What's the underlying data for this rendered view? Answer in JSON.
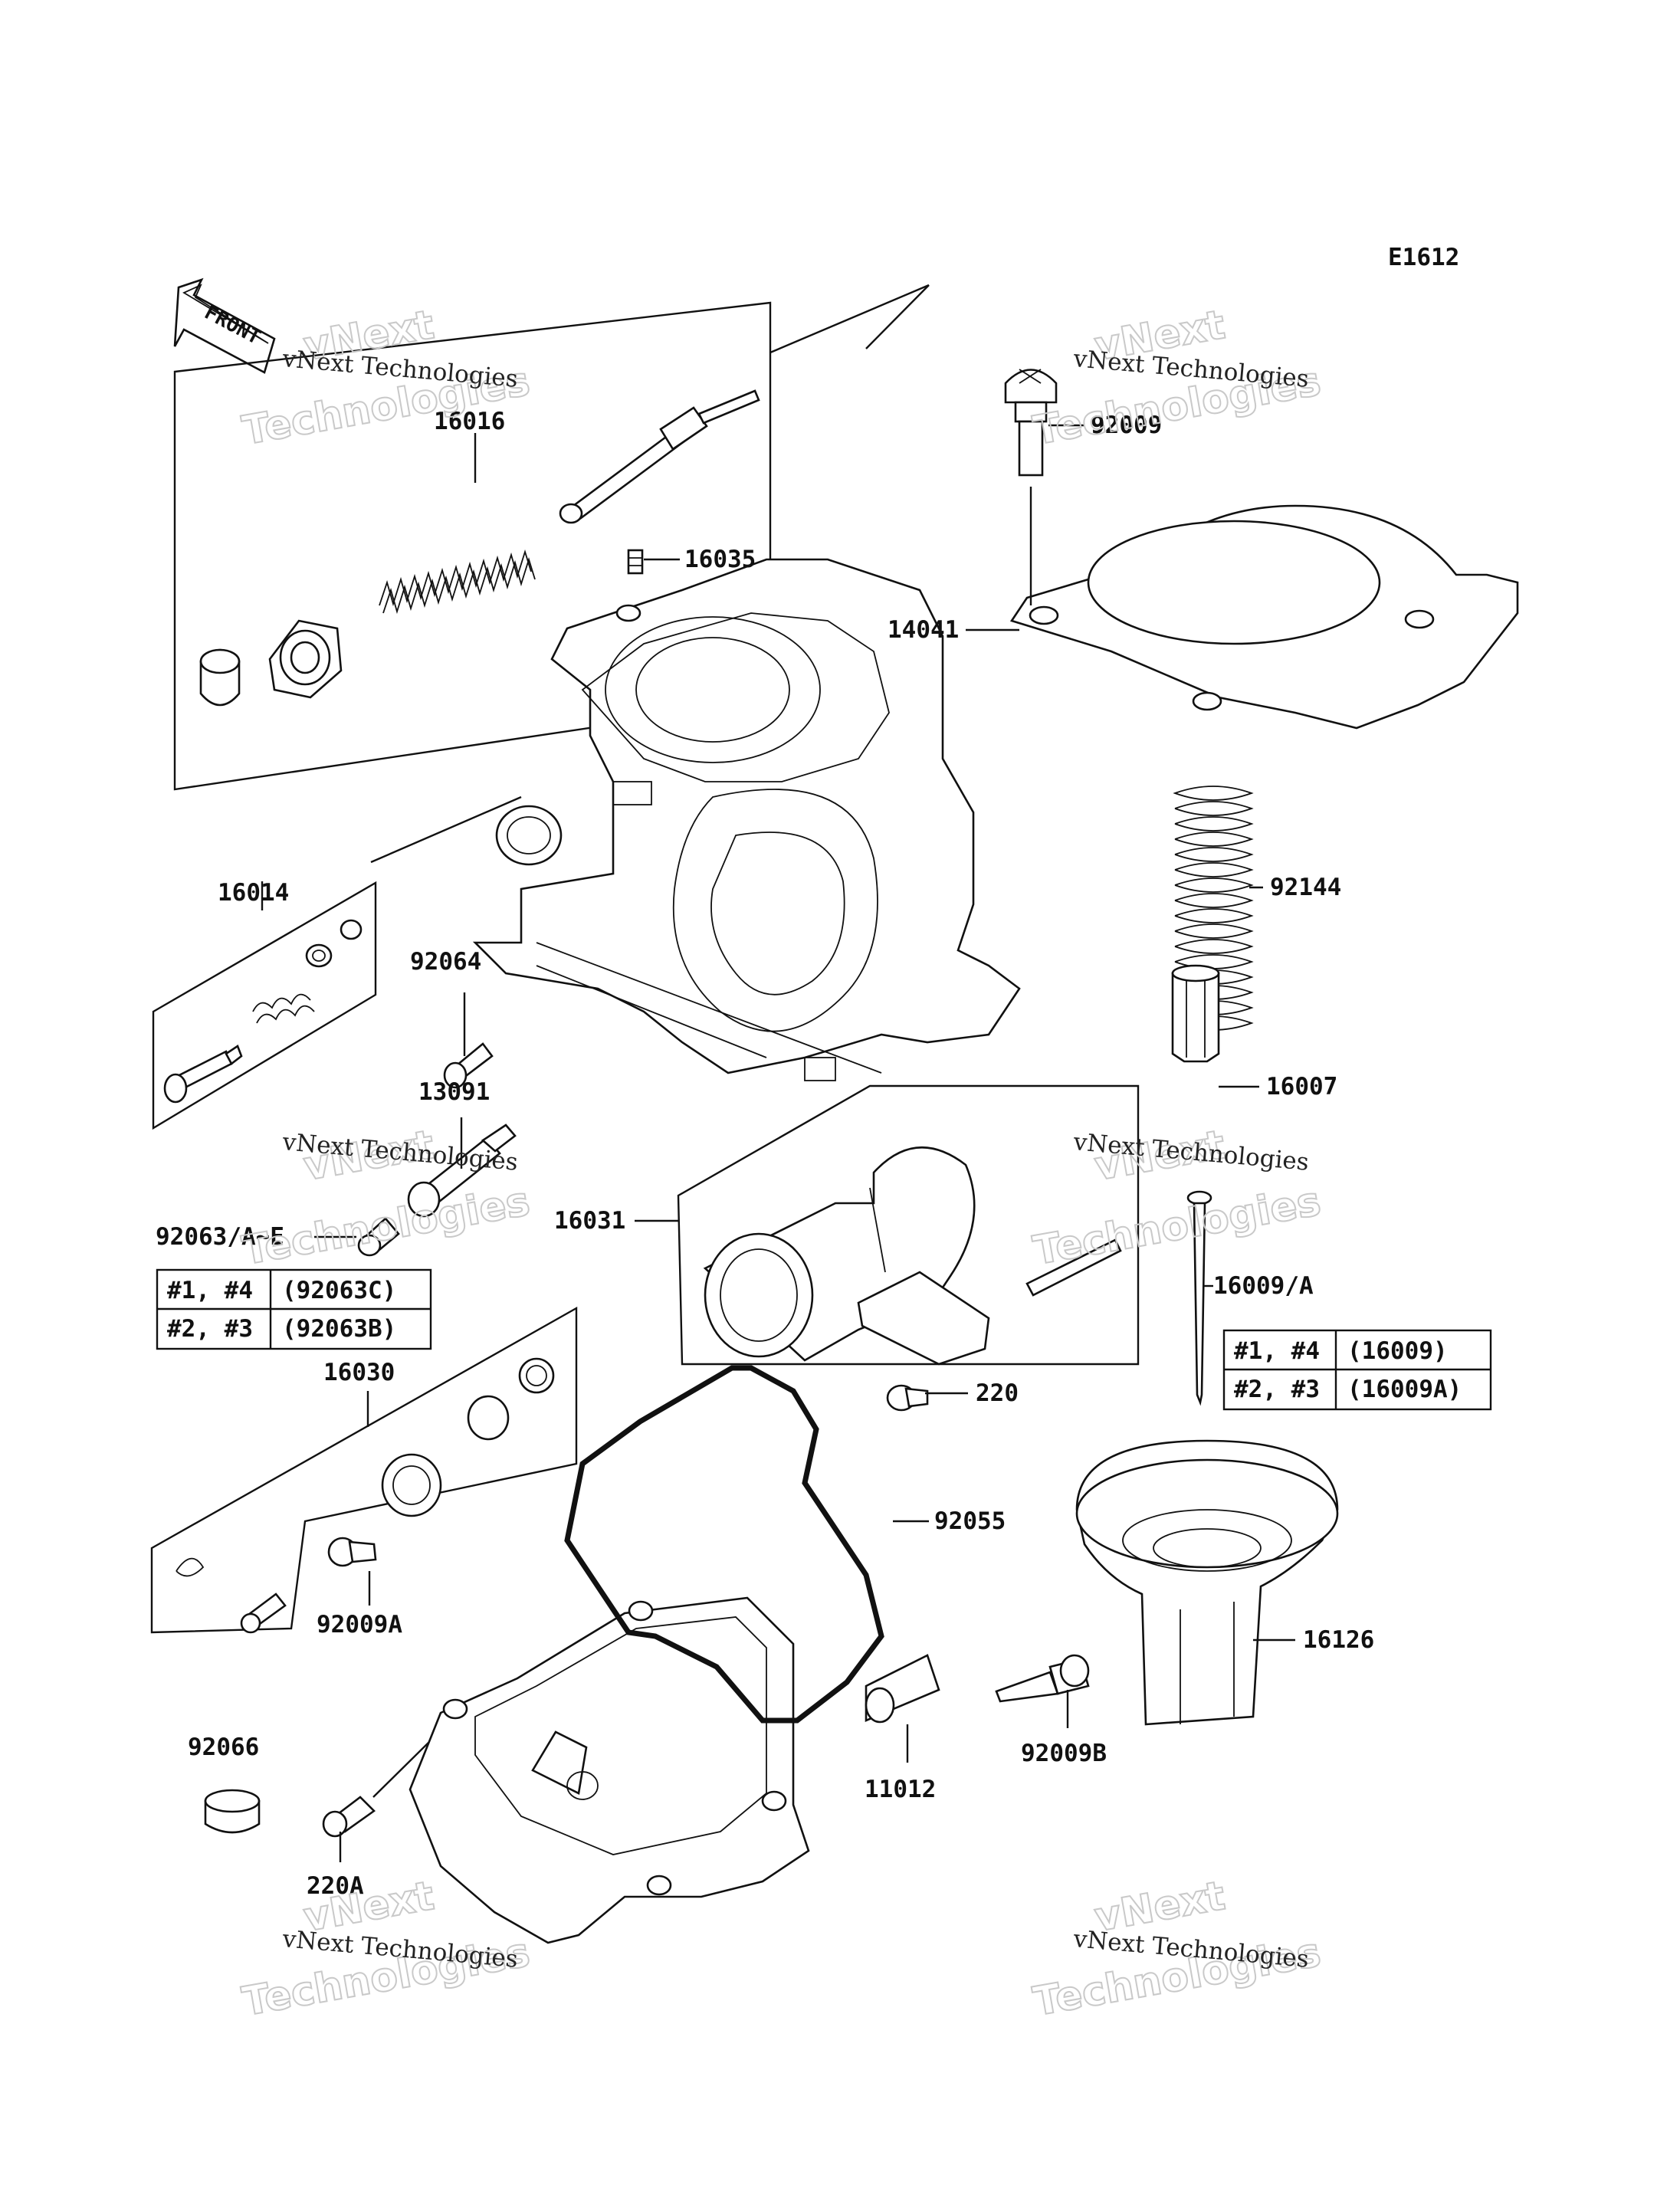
{
  "diagram_code": "E1612",
  "front_arrow_text": "FRONT",
  "watermark": {
    "small": "vNext Technologies",
    "big_line1": "vNext",
    "big_line2": "Technologies"
  },
  "parts": {
    "p16016": "16016",
    "p16035": "16035",
    "p16014": "16014",
    "p92064": "92064",
    "p13091": "13091",
    "p92063": "92063/A~E",
    "p16030": "16030",
    "p92009A": "92009A",
    "p92066": "92066",
    "p220A": "220A",
    "p92009": "92009",
    "p14041": "14041",
    "p92144": "92144",
    "p16007": "16007",
    "p16031": "16031",
    "p16009": "16009/A",
    "p220": "220",
    "p92055": "92055",
    "p16126": "16126",
    "p11012": "11012",
    "p92009B": "92009B"
  },
  "table_92063": [
    {
      "cyl": "#1, #4",
      "part": "(92063C)"
    },
    {
      "cyl": "#2, #3",
      "part": "(92063B)"
    }
  ],
  "table_16009": [
    {
      "cyl": "#1, #4",
      "part": "(16009)"
    },
    {
      "cyl": "#2, #3",
      "part": "(16009A)"
    }
  ]
}
